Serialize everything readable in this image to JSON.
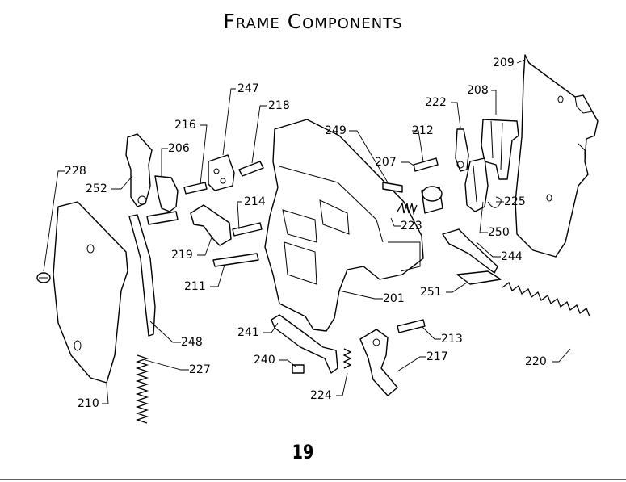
{
  "title": "Frame Components",
  "page_number": "19",
  "part_numbers": {
    "p209": "209",
    "p208": "208",
    "p222": "222",
    "p247": "247",
    "p218": "218",
    "p216": "216",
    "p206": "206",
    "p249": "249",
    "p212": "212",
    "p207": "207",
    "p228": "228",
    "p252": "252",
    "p214": "214",
    "p225": "225",
    "p223": "223",
    "p250": "250",
    "p219": "219",
    "p244": "244",
    "p211": "211",
    "p201": "201",
    "p251": "251",
    "p241": "241",
    "p248": "248",
    "p213": "213",
    "p227": "227",
    "p240": "240",
    "p217": "217",
    "p220": "220",
    "p224": "224",
    "p210": "210"
  }
}
